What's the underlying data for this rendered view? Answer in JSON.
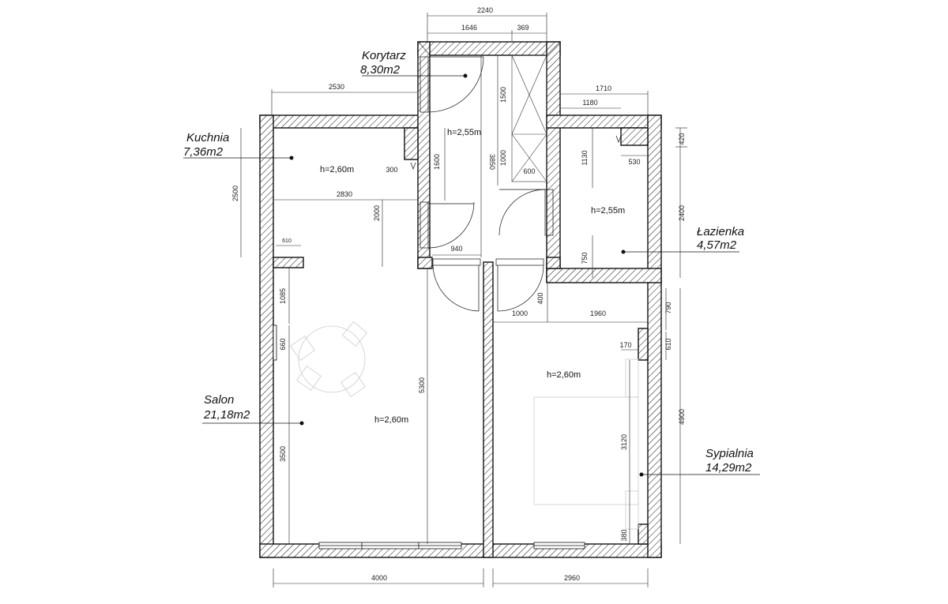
{
  "rooms": [
    {
      "name": "Korytarz",
      "area": "8,30m2",
      "height": "h=2,55m"
    },
    {
      "name": "Kuchnia",
      "area": "7,36m2",
      "height": "h=2,60m"
    },
    {
      "name": "Łazienka",
      "area": "4,57m2",
      "height": "h=2,55m"
    },
    {
      "name": "Salon",
      "area": "21,18m2",
      "height": "h=2,60m"
    },
    {
      "name": "Sypialnia",
      "area": "14,29m2",
      "height": "h=2,60m"
    }
  ],
  "dimensions": {
    "top_total": "2240",
    "top_left": "1646",
    "top_right": "369",
    "kitchen_width": "2530",
    "bath_width": "1710",
    "bath_inner": "1180",
    "corridor_1500": "1500",
    "corridor_1000": "1000",
    "corridor_600": "600",
    "corridor_3850": "3850",
    "kitchen_1600": "1600",
    "kitchen_300": "300",
    "kitchen_2830": "2830",
    "kitchen_2500": "2500",
    "kitchen_2000": "2000",
    "bath_1130": "1130",
    "bath_750": "750",
    "bath_420": "420",
    "bath_530": "530",
    "bath_2400": "2400",
    "salon_610": "610",
    "salon_1085": "1085",
    "salon_660": "660",
    "salon_3500": "3500",
    "salon_5300": "5300",
    "door_940": "940",
    "door_400": "400",
    "bed_1000": "1000",
    "bed_1960": "1960",
    "bed_790": "790",
    "bed_610": "610",
    "bed_170": "170",
    "bed_4900": "4900",
    "bed_3120": "3120",
    "bed_380": "380",
    "bottom_left": "4000",
    "bottom_right": "2960"
  }
}
